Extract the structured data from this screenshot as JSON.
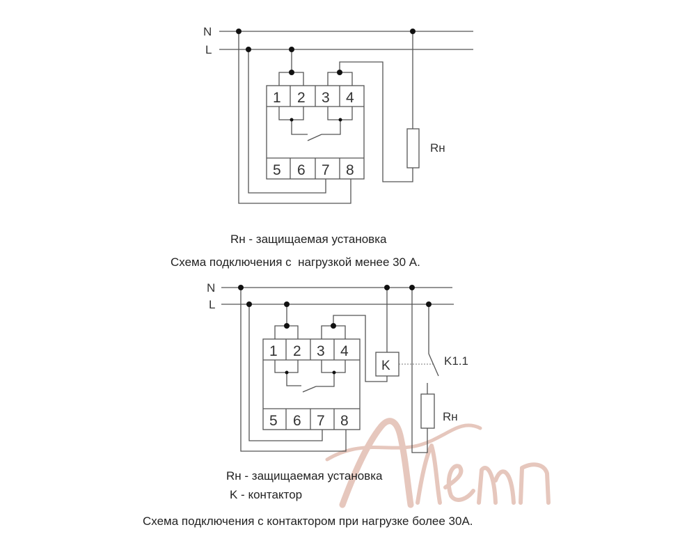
{
  "logo_text": "Алемп",
  "diagram1": {
    "line_n": "N",
    "line_l": "L",
    "terminals_top": [
      "1",
      "2",
      "3",
      "4"
    ],
    "terminals_bottom": [
      "5",
      "6",
      "7",
      "8"
    ],
    "load_label": "Rн",
    "legend": "Rн - защищаемая установка",
    "caption": "Схема подключения с  нагрузкой менее 30 А."
  },
  "diagram2": {
    "line_n": "N",
    "line_l": "L",
    "terminals_top": [
      "1",
      "2",
      "3",
      "4"
    ],
    "terminals_bottom": [
      "5",
      "6",
      "7",
      "8"
    ],
    "contactor_label": "K",
    "contact_label": "K1.1",
    "load_label": "Rн",
    "legend_load": "Rн - защищаемая установка",
    "legend_contactor": "K - контактор",
    "caption": "Схема подключения с контактором при нагрузке более 30А."
  }
}
